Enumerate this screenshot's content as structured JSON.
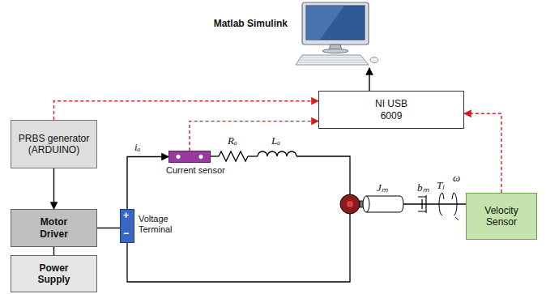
{
  "diagram": {
    "nodes": [
      {
        "text": [
          "Matlab Simulink"
        ]
      },
      {
        "text": [
          "NI USB 6009"
        ]
      },
      {
        "text": [
          "PRBS generator (ARDUINO)"
        ]
      },
      {
        "text": [
          "Motor Driver"
        ]
      },
      {
        "text": [
          "Power Supply"
        ]
      },
      {
        "text": [
          "Voltage Terminal"
        ]
      },
      {
        "text": [
          "Current sensor"
        ]
      },
      {
        "text": [
          "Velocity Sensor"
        ]
      }
    ],
    "edges": [
      {
        "from": 1,
        "to": 0,
        "arrow": "to"
      },
      {
        "from": 2,
        "to": 1,
        "arrow": "to"
      },
      {
        "from": 6,
        "to": 1,
        "arrow": "to"
      },
      {
        "from": 7,
        "to": 1,
        "arrow": "to"
      },
      {
        "from": 2,
        "to": 3,
        "arrow": "to"
      },
      {
        "from": 4,
        "to": 3,
        "arrow": "none"
      },
      {
        "from": 3,
        "to": 5,
        "arrow": "none"
      },
      {
        "from": 5,
        "to": 6,
        "arrow": "to",
        "label": "iₐ"
      }
    ],
    "labels": [
      "Rₐ",
      "Lₐ",
      "Jₘ",
      "bₘ",
      "Tₗ",
      "ω",
      "+",
      "−"
    ]
  }
}
